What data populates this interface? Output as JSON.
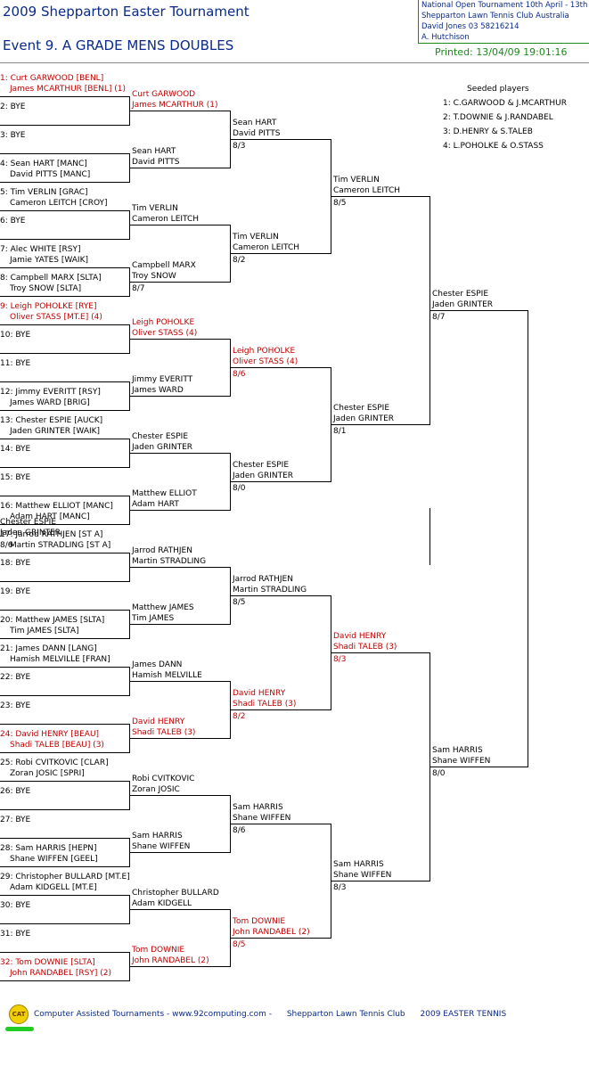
{
  "header": {
    "title": "2009 Shepparton Easter Tournament",
    "event": "Event 9.  A GRADE MENS DOUBLES",
    "info": [
      "National Open Tournament    10th April - 13th",
      "Shepparton Lawn Tennis Club     Australia",
      "David Jones    03 58216214",
      "A. Hutchison"
    ],
    "printed": "Printed: 13/04/09 19:01:16"
  },
  "seeds": {
    "title": "Seeded players",
    "items": [
      "1: C.GARWOOD & J.MCARTHUR",
      "2: T.DOWNIE & J.RANDABEL",
      "3: D.HENRY & S.TALEB",
      "4: L.POHOLKE & O.STASS"
    ]
  },
  "r1": [
    {
      "l1": "1: Curt GARWOOD [BENL]",
      "l2": "James MCARTHUR [BENL] (1)",
      "red": true
    },
    {
      "l1": "2: BYE",
      "l2": "",
      "red": false
    },
    {
      "l1": "3: BYE",
      "l2": "",
      "red": false
    },
    {
      "l1": "4: Sean HART [MANC]",
      "l2": "David PITTS [MANC]",
      "red": false
    },
    {
      "l1": "5: Tim VERLIN [GRAC]",
      "l2": "Cameron LEITCH [CROY]",
      "red": false
    },
    {
      "l1": "6: BYE",
      "l2": "",
      "red": false
    },
    {
      "l1": "7: Alec WHITE [RSY]",
      "l2": "Jamie YATES [WAIK]",
      "red": false
    },
    {
      "l1": "8: Campbell MARX [SLTA]",
      "l2": "Troy SNOW [SLTA]",
      "red": false
    },
    {
      "l1": "9: Leigh POHOLKE [RYE]",
      "l2": "Oliver STASS [MT.E] (4)",
      "red": true
    },
    {
      "l1": "10: BYE",
      "l2": "",
      "red": false
    },
    {
      "l1": "11: BYE",
      "l2": "",
      "red": false
    },
    {
      "l1": "12: Jimmy EVERITT [RSY]",
      "l2": "James WARD [BRIG]",
      "red": false
    },
    {
      "l1": "13: Chester ESPIE [AUCK]",
      "l2": "Jaden GRINTER [WAIK]",
      "red": false
    },
    {
      "l1": "14: BYE",
      "l2": "",
      "red": false
    },
    {
      "l1": "15: BYE",
      "l2": "",
      "red": false
    },
    {
      "l1": "16: Matthew ELLIOT [MANC]",
      "l2": "Adam HART [MANC]",
      "red": false
    },
    {
      "l1": "17: Jarrod RATHJEN [ST A]",
      "l2": "Martin STRADLING [ST A]",
      "red": false
    },
    {
      "l1": "18: BYE",
      "l2": "",
      "red": false
    },
    {
      "l1": "19: BYE",
      "l2": "",
      "red": false
    },
    {
      "l1": "20: Matthew JAMES [SLTA]",
      "l2": "Tim JAMES [SLTA]",
      "red": false
    },
    {
      "l1": "21: James DANN [LANG]",
      "l2": "Hamish MELVILLE [FRAN]",
      "red": false
    },
    {
      "l1": "22: BYE",
      "l2": "",
      "red": false
    },
    {
      "l1": "23: BYE",
      "l2": "",
      "red": false
    },
    {
      "l1": "24: David HENRY [BEAU]",
      "l2": "Shadi TALEB [BEAU] (3)",
      "red": true
    },
    {
      "l1": "25: Robi CVITKOVIC [CLAR]",
      "l2": "Zoran JOSIC [SPRI]",
      "red": false
    },
    {
      "l1": "26: BYE",
      "l2": "",
      "red": false
    },
    {
      "l1": "27: BYE",
      "l2": "",
      "red": false
    },
    {
      "l1": "28: Sam HARRIS [HEPN]",
      "l2": "Shane WIFFEN [GEEL]",
      "red": false
    },
    {
      "l1": "29: Christopher BULLARD [MT.E]",
      "l2": "Adam KIDGELL [MT.E]",
      "red": false
    },
    {
      "l1": "30: BYE",
      "l2": "",
      "red": false
    },
    {
      "l1": "31: BYE",
      "l2": "",
      "red": false
    },
    {
      "l1": "32: Tom DOWNIE [SLTA]",
      "l2": "John RANDABEL [RSY] (2)",
      "red": true
    }
  ],
  "r2": [
    {
      "p1": "Curt GARWOOD",
      "p2": "James MCARTHUR (1)",
      "score": "",
      "red": true
    },
    {
      "p1": "Sean HART",
      "p2": "David PITTS",
      "score": "",
      "red": false
    },
    {
      "p1": "Tim VERLIN",
      "p2": "Cameron LEITCH",
      "score": "",
      "red": false
    },
    {
      "p1": "Campbell MARX",
      "p2": "Troy SNOW",
      "score": "8/7",
      "red": false
    },
    {
      "p1": "Leigh POHOLKE",
      "p2": "Oliver STASS (4)",
      "score": "",
      "red": true
    },
    {
      "p1": "Jimmy EVERITT",
      "p2": "James WARD",
      "score": "",
      "red": false
    },
    {
      "p1": "Chester ESPIE",
      "p2": "Jaden GRINTER",
      "score": "",
      "red": false
    },
    {
      "p1": "Matthew ELLIOT",
      "p2": "Adam HART",
      "score": "",
      "red": false
    },
    {
      "p1": "Jarrod RATHJEN",
      "p2": "Martin STRADLING",
      "score": "",
      "red": false
    },
    {
      "p1": "Matthew JAMES",
      "p2": "Tim JAMES",
      "score": "",
      "red": false
    },
    {
      "p1": "James DANN",
      "p2": "Hamish MELVILLE",
      "score": "",
      "red": false
    },
    {
      "p1": "David HENRY",
      "p2": "Shadi TALEB (3)",
      "score": "",
      "red": true
    },
    {
      "p1": "Robi CVITKOVIC",
      "p2": "Zoran JOSIC",
      "score": "",
      "red": false
    },
    {
      "p1": "Sam HARRIS",
      "p2": "Shane WIFFEN",
      "score": "",
      "red": false
    },
    {
      "p1": "Christopher BULLARD",
      "p2": "Adam KIDGELL",
      "score": "",
      "red": false
    },
    {
      "p1": "Tom DOWNIE",
      "p2": "John RANDABEL (2)",
      "score": "",
      "red": true
    }
  ],
  "r3": [
    {
      "p1": "Sean HART",
      "p2": "David PITTS",
      "score": "8/3",
      "red": false
    },
    {
      "p1": "Tim VERLIN",
      "p2": "Cameron LEITCH",
      "score": "8/2",
      "red": false
    },
    {
      "p1": "Leigh POHOLKE",
      "p2": "Oliver STASS (4)",
      "score": "8/6",
      "red": true
    },
    {
      "p1": "Chester ESPIE",
      "p2": "Jaden GRINTER",
      "score": "8/0",
      "red": false
    },
    {
      "p1": "Jarrod RATHJEN",
      "p2": "Martin STRADLING",
      "score": "8/5",
      "red": false
    },
    {
      "p1": "David HENRY",
      "p2": "Shadi TALEB (3)",
      "score": "8/2",
      "red": true
    },
    {
      "p1": "Sam HARRIS",
      "p2": "Shane WIFFEN",
      "score": "8/6",
      "red": false
    },
    {
      "p1": "Tom DOWNIE",
      "p2": "John RANDABEL (2)",
      "score": "8/5",
      "red": true
    }
  ],
  "r4": [
    {
      "p1": "Tim VERLIN",
      "p2": "Cameron LEITCH",
      "score": "8/5",
      "red": false
    },
    {
      "p1": "Chester ESPIE",
      "p2": "Jaden GRINTER",
      "score": "8/1",
      "red": false
    },
    {
      "p1": "David HENRY",
      "p2": "Shadi TALEB (3)",
      "score": "8/3",
      "red": true
    },
    {
      "p1": "Sam HARRIS",
      "p2": "Shane WIFFEN",
      "score": "8/3",
      "red": false
    }
  ],
  "r5": [
    {
      "p1": "Chester ESPIE",
      "p2": "Jaden GRINTER",
      "score": "8/7",
      "red": false
    },
    {
      "p1": "Sam HARRIS",
      "p2": "Shane WIFFEN",
      "score": "8/0",
      "red": false
    }
  ],
  "final": {
    "p1": "Chester ESPIE",
    "p2": "Jaden GRINTER",
    "score": "8/6",
    "red": false
  },
  "footer": {
    "logo": "CAT",
    "parts": [
      "Computer Assisted Tournaments - www.92computing.com -",
      "Shepparton Lawn Tennis Club",
      "2009 EASTER TENNIS"
    ]
  }
}
